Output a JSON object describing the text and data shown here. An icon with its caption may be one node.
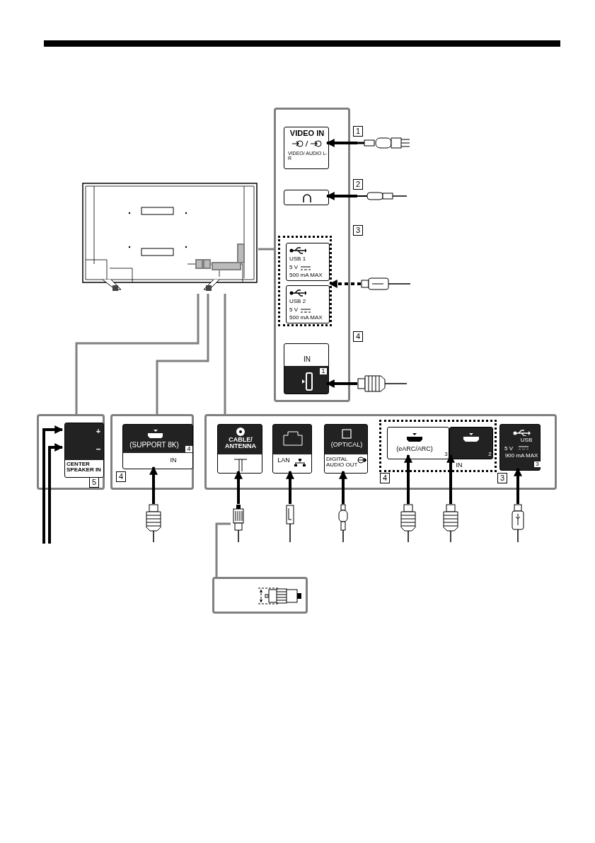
{
  "diagram": {
    "nodes": [
      {
        "text": [],
        "shape": "picture"
      },
      {
        "text": [],
        "shape": "box"
      },
      {
        "text": [],
        "shape": "box"
      },
      {
        "text": [],
        "shape": "box"
      },
      {
        "text": [],
        "shape": "box"
      },
      {
        "text": [
          "VIDEO IN",
          "VIDEO/ AUDIO L-R"
        ],
        "in": 1
      },
      {
        "text": [],
        "shape": "box",
        "in": 1
      },
      {
        "text": [],
        "shape": "box",
        "in": 1
      },
      {
        "text": [
          "USB 1",
          "5 V",
          "500 mA MAX"
        ],
        "in": 7
      },
      {
        "text": [
          "USB 2",
          "5 V",
          "500 mA MAX"
        ],
        "in": 7
      },
      {
        "text": [
          "IN",
          "1"
        ],
        "in": 1
      },
      {
        "text": [],
        "shape": "picture"
      },
      {
        "text": [],
        "shape": "picture"
      },
      {
        "text": [],
        "shape": "picture"
      },
      {
        "text": [],
        "shape": "picture"
      },
      {
        "text": [
          "+",
          "–",
          "CENTER SPEAKER IN"
        ],
        "in": 2
      },
      {
        "text": [
          "(SUPPORT 8K)",
          "4",
          "IN"
        ],
        "in": 3
      },
      {
        "text": [],
        "shape": "picture"
      },
      {
        "text": [
          "CABLE/ ANTENNA"
        ],
        "in": 4
      },
      {
        "text": [
          "LAN"
        ],
        "in": 4
      },
      {
        "text": [
          "(OPTICAL)",
          "DIGITAL AUDIO OUT"
        ],
        "in": 4
      },
      {
        "text": [
          "IN"
        ],
        "in": 4
      },
      {
        "text": [
          "(eARC/ARC)",
          "3"
        ],
        "in": 21
      },
      {
        "text": [
          "2"
        ],
        "in": 21
      },
      {
        "text": [
          "USB",
          "5 V",
          "900 mA MAX",
          "3"
        ],
        "in": 4
      },
      {
        "text": [],
        "shape": "picture"
      },
      {
        "text": [],
        "shape": "picture"
      },
      {
        "text": [],
        "shape": "picture"
      },
      {
        "text": [],
        "shape": "picture"
      },
      {
        "text": [],
        "shape": "picture"
      },
      {
        "text": [],
        "shape": "picture"
      },
      {
        "text": [],
        "shape": "box"
      }
    ],
    "edges": [
      {
        "from": 0,
        "to": 1,
        "arrow": "none",
        "color": "#808080"
      },
      {
        "from": 0,
        "to": 2,
        "arrow": "none",
        "color": "#808080"
      },
      {
        "from": 0,
        "to": 3,
        "arrow": "none",
        "color": "#808080"
      },
      {
        "from": 0,
        "to": 4,
        "arrow": "none",
        "color": "#808080"
      },
      {
        "from": 11,
        "to": 5,
        "arrow": "to"
      },
      {
        "from": 12,
        "to": 6,
        "arrow": "to"
      },
      {
        "from": 13,
        "to": 7,
        "arrow": "to",
        "style": "dashed"
      },
      {
        "from": 14,
        "to": 10,
        "arrow": "to"
      },
      {
        "from": null,
        "to": 15,
        "arrow": "to"
      },
      {
        "from": null,
        "to": 15,
        "arrow": "to"
      },
      {
        "from": 17,
        "to": 16,
        "arrow": "to"
      },
      {
        "from": 25,
        "to": 18,
        "arrow": "to"
      },
      {
        "from": 26,
        "to": 19,
        "arrow": "to"
      },
      {
        "from": 27,
        "to": 20,
        "arrow": "to"
      },
      {
        "from": 28,
        "to": 22,
        "arrow": "to"
      },
      {
        "from": 29,
        "to": 23,
        "arrow": "to"
      },
      {
        "from": 30,
        "to": 24,
        "arrow": "to"
      },
      {
        "from": 25,
        "to": 31,
        "arrow": "none",
        "color": "#808080"
      }
    ],
    "labels": [
      "1",
      "2",
      "3",
      "4",
      "5",
      "4",
      "4",
      "3"
    ]
  }
}
